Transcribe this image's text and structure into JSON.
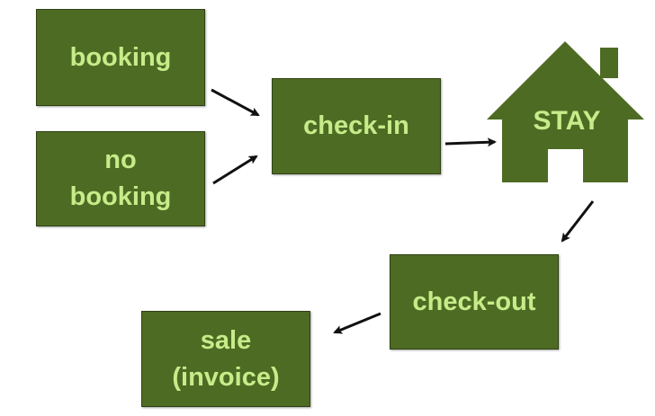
{
  "nodes": {
    "booking": {
      "label": "booking"
    },
    "no_booking": {
      "line1": "no",
      "line2": "booking"
    },
    "check_in": {
      "label": "check-in"
    },
    "stay": {
      "label": "STAY"
    },
    "check_out": {
      "label": "check-out"
    },
    "sale": {
      "line1": "sale",
      "line2": "(invoice)"
    }
  },
  "edges": [
    {
      "from": "booking",
      "to": "check-in"
    },
    {
      "from": "no booking",
      "to": "check-in"
    },
    {
      "from": "check-in",
      "to": "STAY"
    },
    {
      "from": "STAY",
      "to": "check-out"
    },
    {
      "from": "check-out",
      "to": "sale (invoice)"
    }
  ],
  "colors": {
    "box_fill": "#4e6b23",
    "box_text": "#c8eb8a",
    "arrow": "#111111",
    "background": "#ffffff"
  },
  "icons": {
    "stay": "house-icon"
  }
}
